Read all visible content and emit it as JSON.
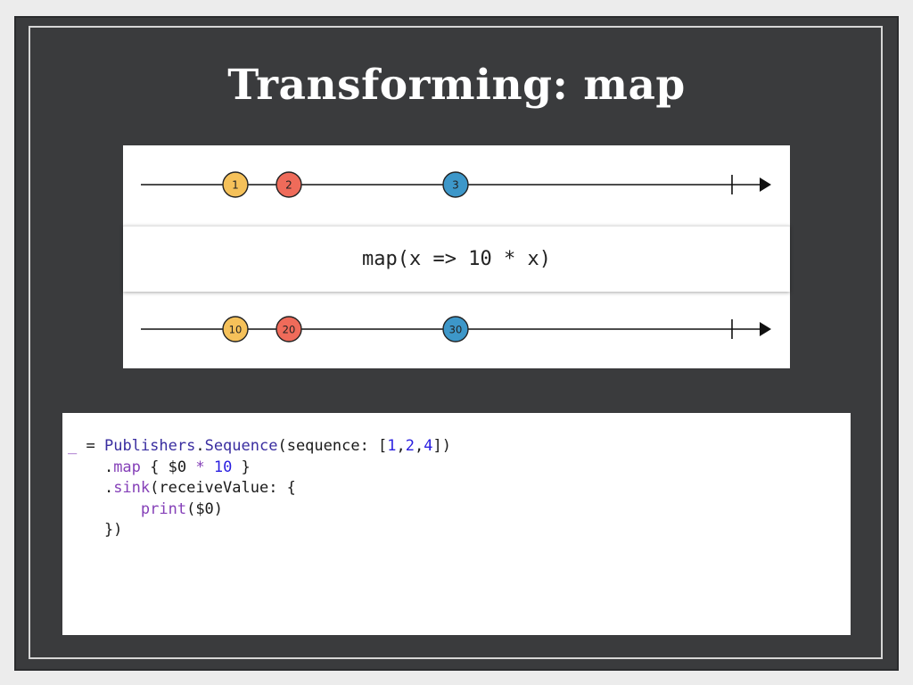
{
  "slide": {
    "title": "Transforming: map"
  },
  "diagram": {
    "operator_label": "map(x => 10 * x)",
    "input_marbles": [
      {
        "label": "1",
        "color": "#f5c15a"
      },
      {
        "label": "2",
        "color": "#ef6b5a"
      },
      {
        "label": "3",
        "color": "#3d97c9"
      }
    ],
    "output_marbles": [
      {
        "label": "10",
        "color": "#f5c15a"
      },
      {
        "label": "20",
        "color": "#ef6b5a"
      },
      {
        "label": "30",
        "color": "#3d97c9"
      }
    ]
  },
  "code": {
    "line1": {
      "underscore": "_",
      "eq": " = ",
      "type1": "Publishers",
      "dot": ".",
      "type2": "Sequence",
      "args_open": "(sequence: [",
      "n1": "1",
      "c1": ",",
      "n2": "2",
      "c2": ",",
      "n3": "4",
      "args_close": "])"
    },
    "line2": {
      "indent": "    .",
      "fn": "map",
      "open": " { $0 ",
      "op": "*",
      "sp": " ",
      "num": "10",
      "close": " }"
    },
    "line3": {
      "indent": "    .",
      "fn": "sink",
      "rest": "(receiveValue: {"
    },
    "line4": {
      "indent": "        ",
      "fn": "print",
      "rest": "($0)"
    },
    "line5": {
      "text": "    })"
    }
  }
}
